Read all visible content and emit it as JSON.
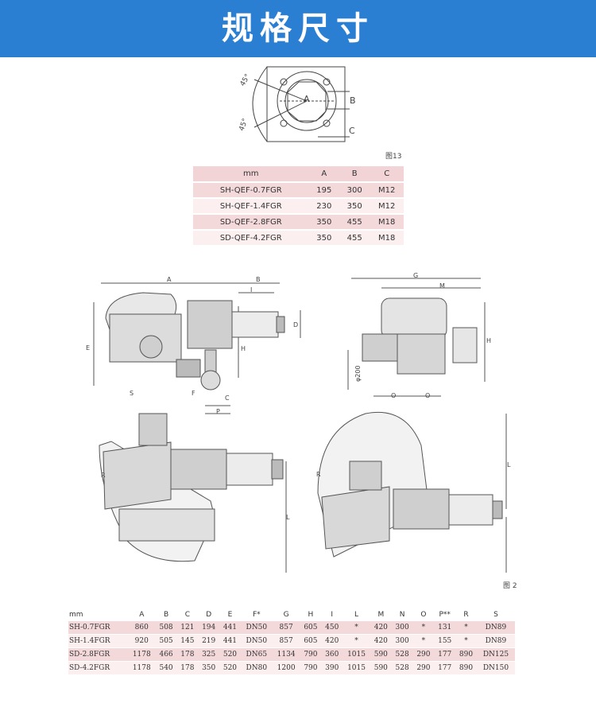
{
  "header": {
    "title": "规格尺寸"
  },
  "figure13": {
    "label": "图13",
    "angle_top": "45°",
    "angle_bottom": "45°",
    "dim_a": "A",
    "dim_b": "B",
    "dim_c": "C"
  },
  "table1": {
    "headers": [
      "mm",
      "A",
      "B",
      "C"
    ],
    "rows": [
      [
        "SH-QEF-0.7FGR",
        "195",
        "300",
        "M12"
      ],
      [
        "SH-QEF-1.4FGR",
        "230",
        "350",
        "M12"
      ],
      [
        "SD-QEF-2.8FGR",
        "350",
        "455",
        "M18"
      ],
      [
        "SD-QEF-4.2FGR",
        "350",
        "455",
        "M18"
      ]
    ]
  },
  "figure2": {
    "label": "图 2",
    "labels": {
      "A": "A",
      "B": "B",
      "I": "I",
      "D": "D",
      "E": "E",
      "H": "H",
      "S": "S",
      "F": "F",
      "C": "C",
      "P": "P",
      "G": "G",
      "M": "M",
      "phi": "φ200",
      "O1": "O",
      "O2": "O",
      "L1": "L",
      "L2": "L",
      "R1": "R",
      "R2": "R"
    }
  },
  "table2": {
    "headers": [
      "mm",
      "A",
      "B",
      "C",
      "D",
      "E",
      "F*",
      "G",
      "H",
      "I",
      "L",
      "M",
      "N",
      "O",
      "P**",
      "R",
      "S"
    ],
    "rows": [
      [
        "SH-0.7FGR",
        "860",
        "508",
        "121",
        "194",
        "441",
        "DN50",
        "857",
        "605",
        "450",
        "*",
        "420",
        "300",
        "*",
        "131",
        "*",
        "DN89"
      ],
      [
        "SH-1.4FGR",
        "920",
        "505",
        "145",
        "219",
        "441",
        "DN50",
        "857",
        "605",
        "420",
        "*",
        "420",
        "300",
        "*",
        "155",
        "*",
        "DN89"
      ],
      [
        "SD-2.8FGR",
        "1178",
        "466",
        "178",
        "325",
        "520",
        "DN65",
        "1134",
        "790",
        "360",
        "1015",
        "590",
        "528",
        "290",
        "177",
        "890",
        "DN125"
      ],
      [
        "SD-4.2FGR",
        "1178",
        "540",
        "178",
        "350",
        "520",
        "DN80",
        "1200",
        "790",
        "390",
        "1015",
        "590",
        "528",
        "290",
        "177",
        "890",
        "DN150"
      ]
    ]
  }
}
